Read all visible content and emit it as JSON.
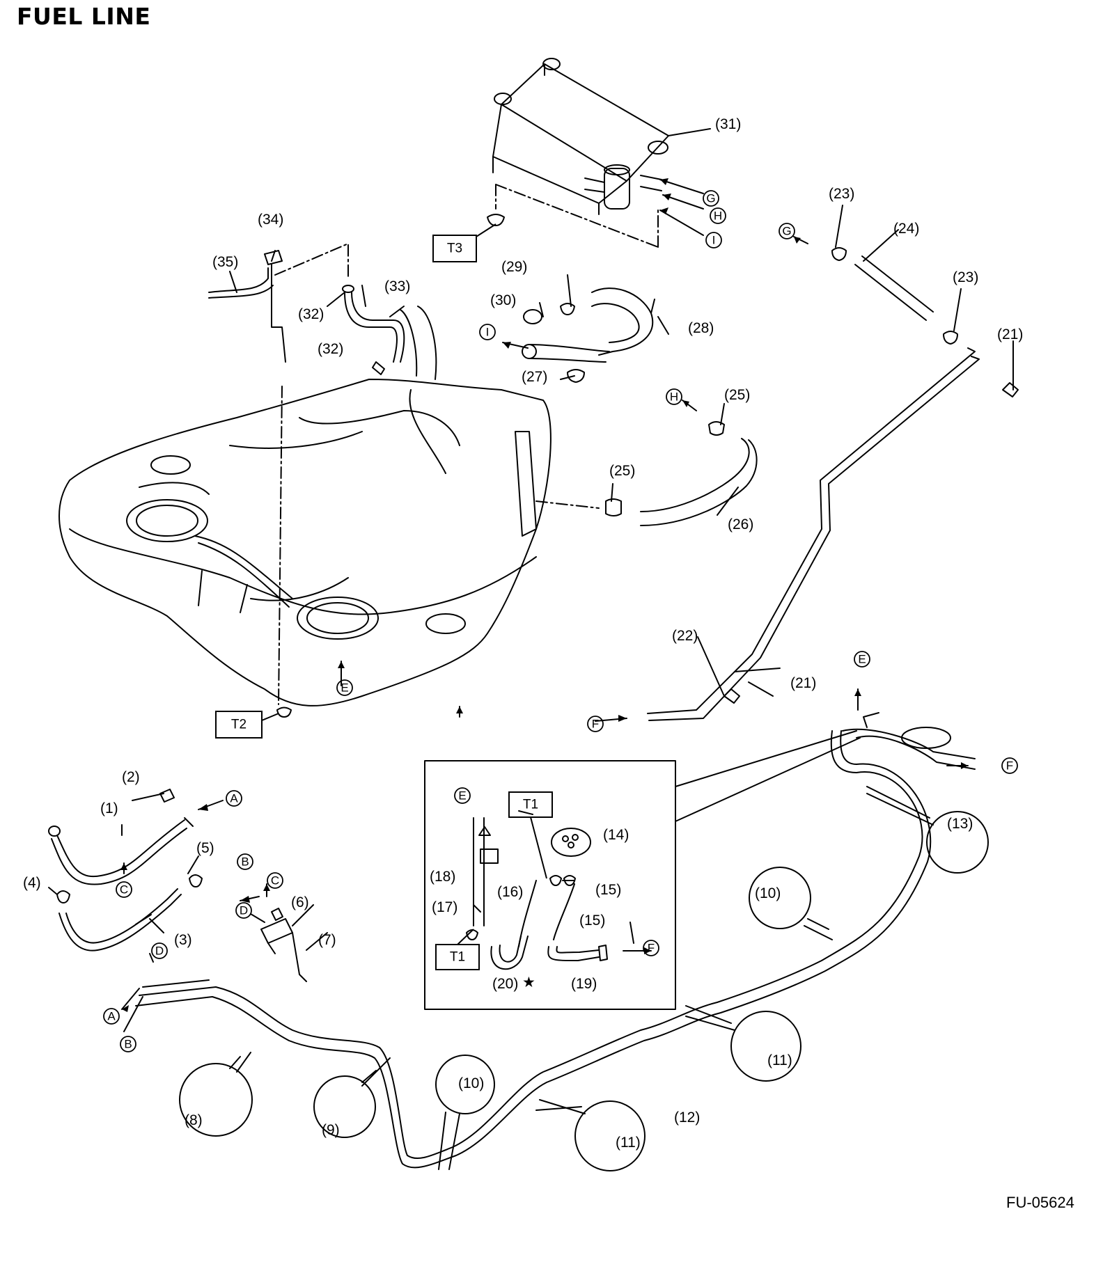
{
  "title": "FUEL LINE",
  "figure_code": "FU-05624",
  "part_labels": [
    "(1)",
    "(2)",
    "(3)",
    "(4)",
    "(5)",
    "(6)",
    "(7)",
    "(8)",
    "(9)",
    "(10)",
    "(11)",
    "(12)",
    "(13)",
    "(14)",
    "(15)",
    "(16)",
    "(17)",
    "(18)",
    "(19)",
    "(20)",
    "(21)",
    "(22)",
    "(23)",
    "(24)",
    "(25)",
    "(26)",
    "(27)",
    "(28)",
    "(29)",
    "(30)",
    "(31)",
    "(32)",
    "(33)",
    "(34)",
    "(35)"
  ],
  "connection_letters": [
    "A",
    "B",
    "C",
    "D",
    "E",
    "F",
    "G",
    "H",
    "I"
  ],
  "torque_tags": [
    "T1",
    "T2",
    "T3"
  ],
  "star_symbol": "★"
}
